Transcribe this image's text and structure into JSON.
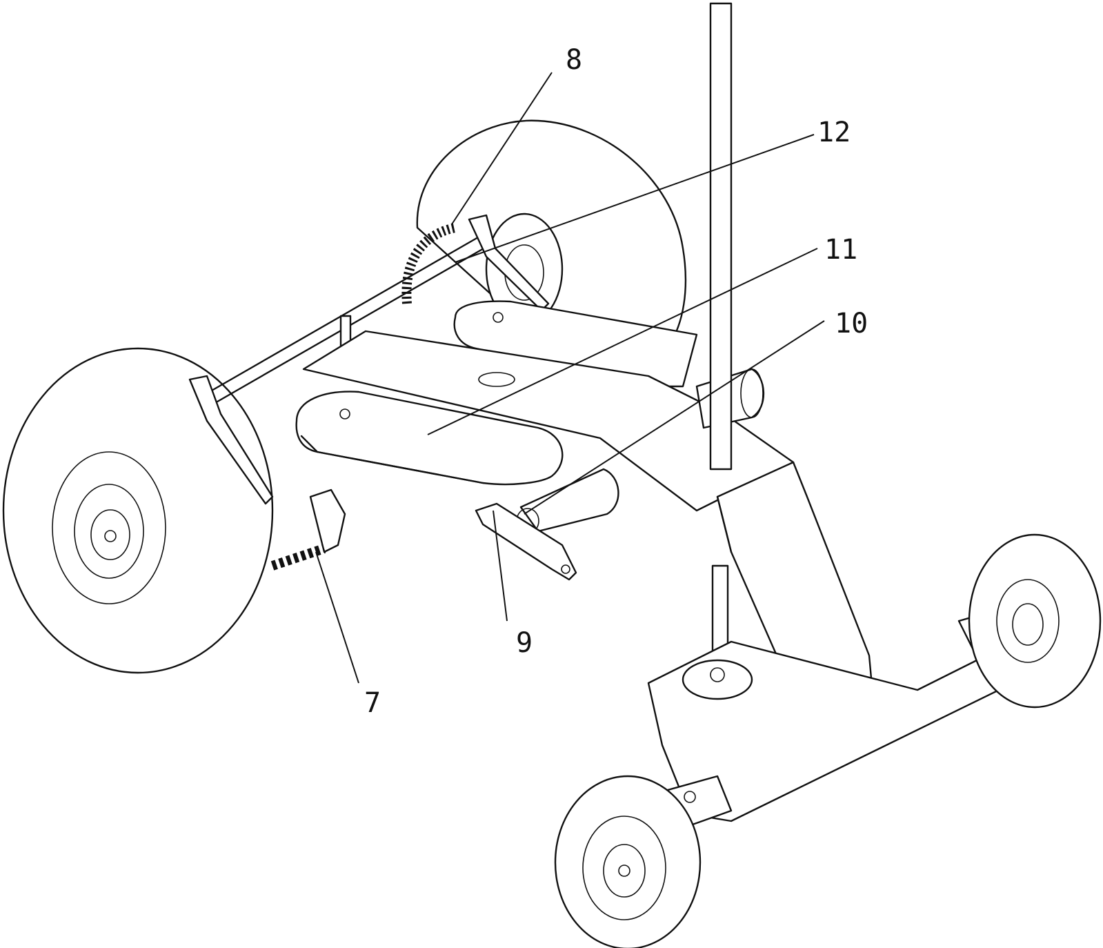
{
  "labels": {
    "l7": "7",
    "l8": "8",
    "l9": "9",
    "l10": "10",
    "l11": "11",
    "l12": "12"
  }
}
